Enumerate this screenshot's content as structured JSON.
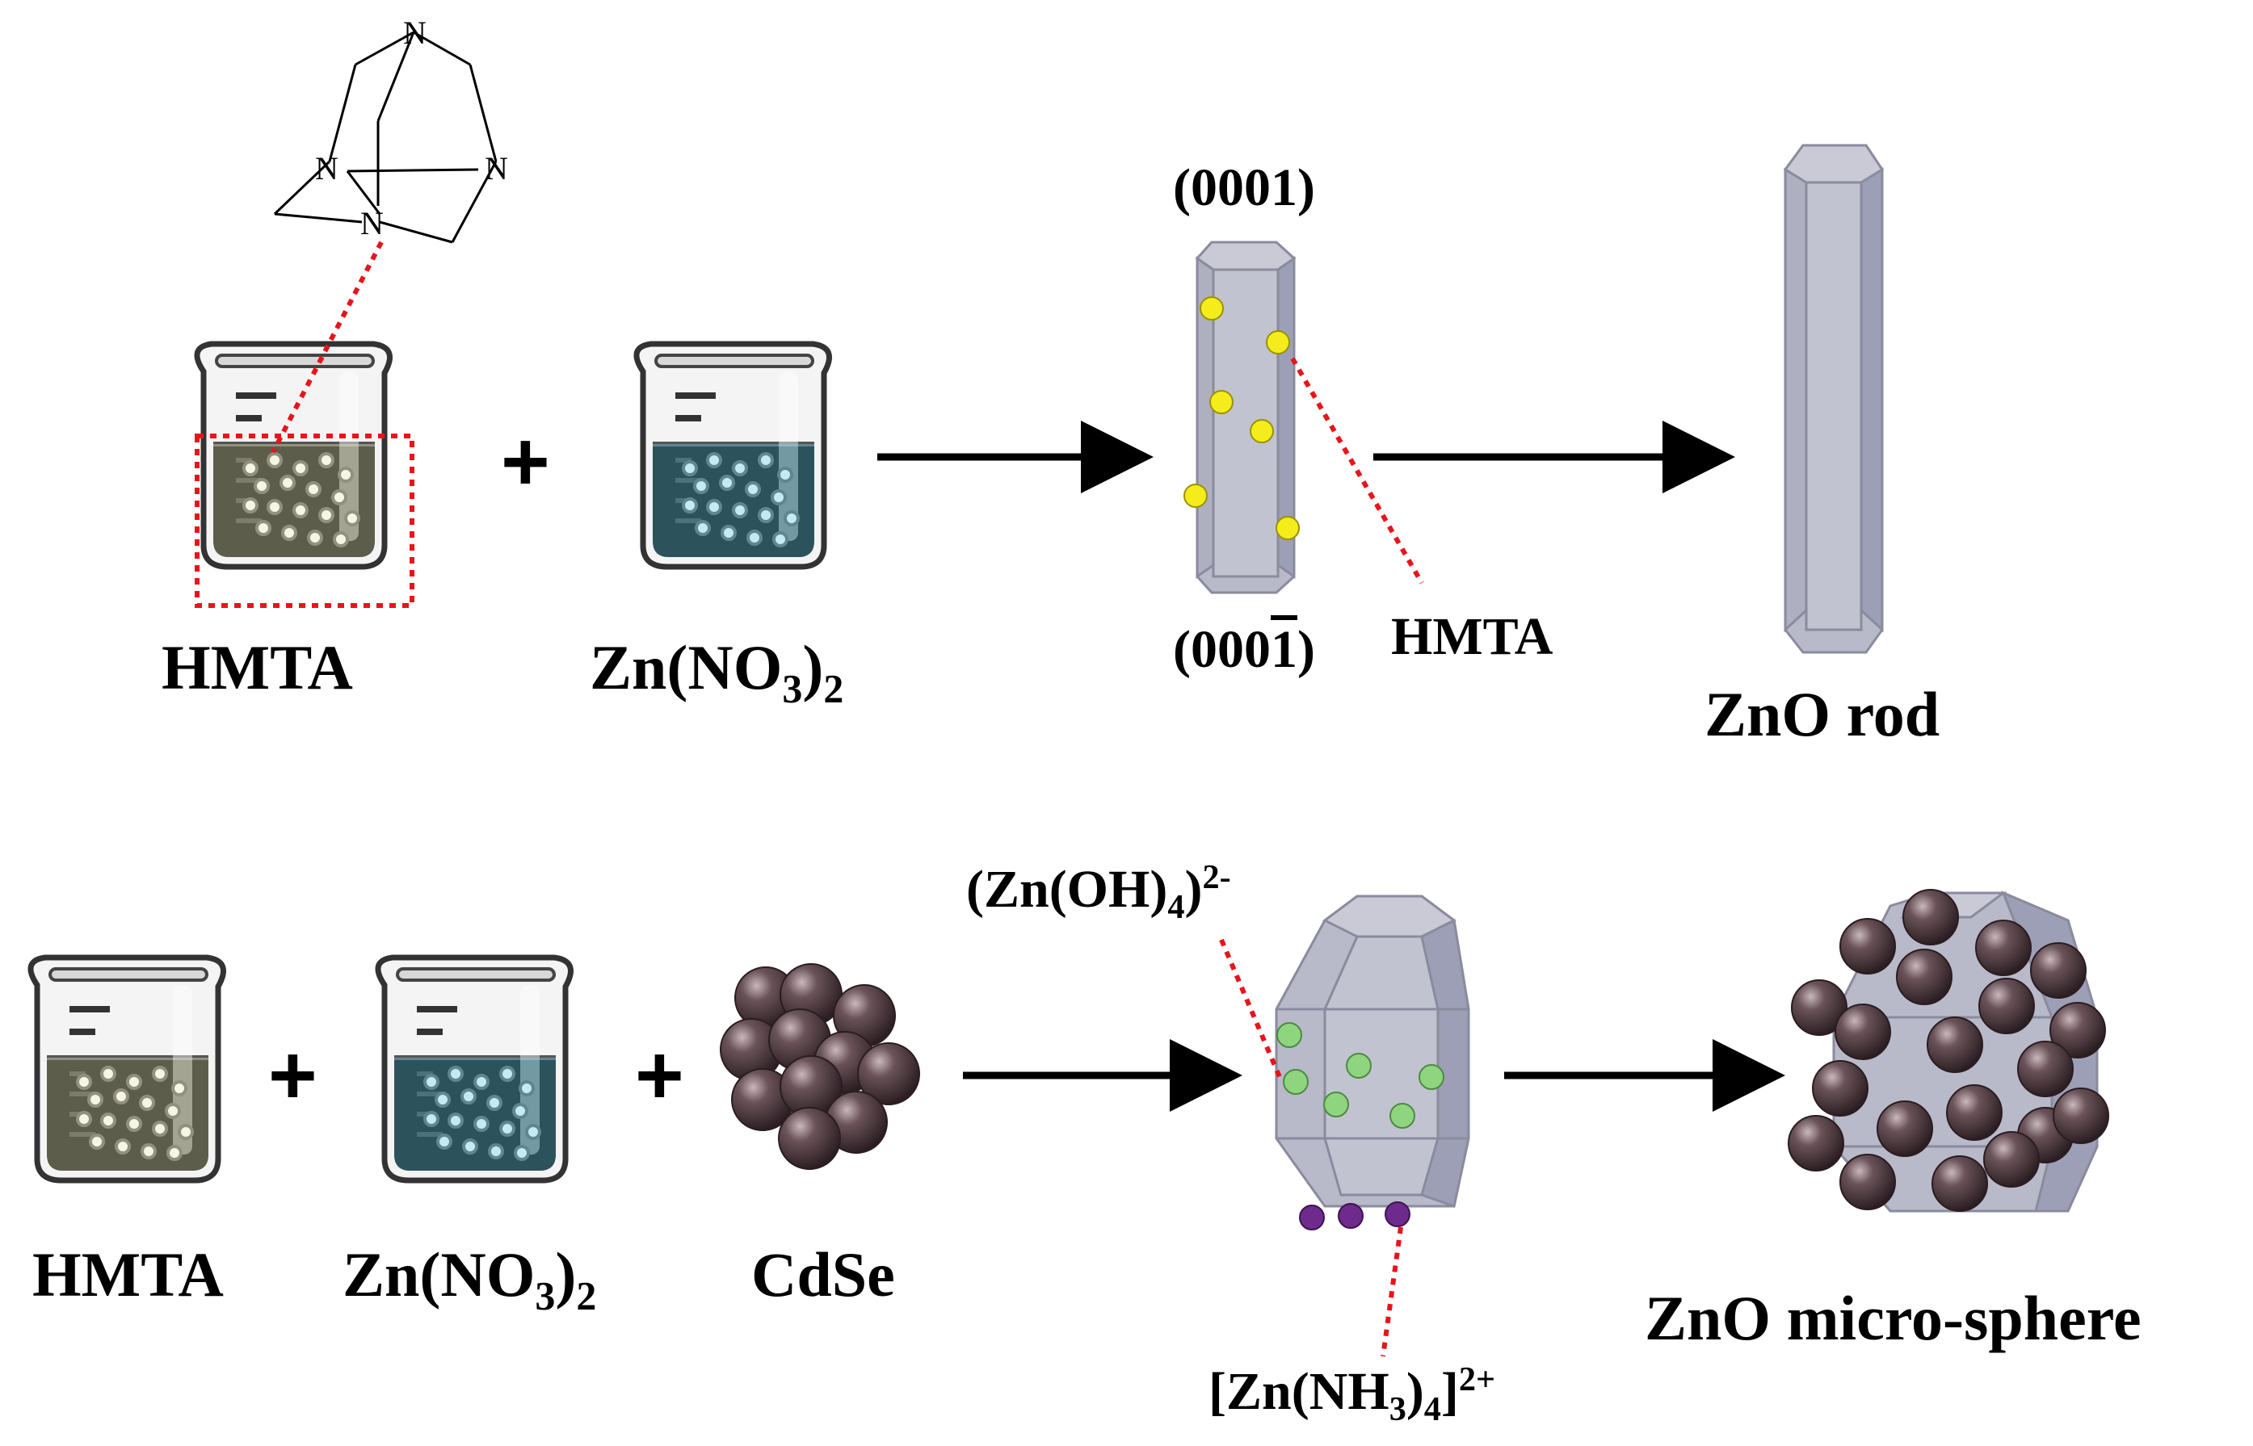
{
  "colors": {
    "hmta_solution": "#f6f4c6",
    "zn_nitrate_solution": "#74d7f2",
    "crystal_face": "#b8b9c9",
    "crystal_side": "#9d9fb6",
    "hmta_marker": "#f5ec1b",
    "zn_oh_marker": "#8fd47f",
    "zn_nh3_marker": "#6e2a8c",
    "cdse_particle": "#4e3a3f",
    "leader_line": "#e8141a",
    "arrow": "#000000"
  },
  "icons": [
    "hmta-molecule-icon",
    "beaker-icon",
    "hexagonal-rod-icon",
    "cdse-cluster-icon",
    "arrow-right-icon"
  ],
  "top_row": {
    "molecule_atom_label": "N",
    "beaker1_label": "HMTA",
    "plus1": "+",
    "beaker2_label_main": "Zn(NO",
    "beaker2_label_sub1": "3",
    "beaker2_label_close": ")",
    "beaker2_label_sub2": "2",
    "facet_top": "(0001)",
    "facet_bottom_prefix": "(000",
    "facet_bottom_bar": "1",
    "facet_bottom_suffix": ")",
    "adsorbate_label": "HMTA",
    "product_label": "ZnO rod"
  },
  "bottom_row": {
    "beaker1_label": "HMTA",
    "plus1": "+",
    "beaker2_label_main": "Zn(NO",
    "beaker2_label_sub1": "3",
    "beaker2_label_close": ")",
    "beaker2_label_sub2": "2",
    "plus2": "+",
    "particles_label": "CdSe",
    "zn_oh_main": "(Zn(OH)",
    "zn_oh_sub": "4",
    "zn_oh_close": ")",
    "zn_oh_sup": "2-",
    "zn_nh3_open": "[Zn(NH",
    "zn_nh3_sub1": "3",
    "zn_nh3_mid": ")",
    "zn_nh3_sub2": "4",
    "zn_nh3_close": "]",
    "zn_nh3_sup": "2+",
    "product_label": "ZnO micro-sphere"
  }
}
